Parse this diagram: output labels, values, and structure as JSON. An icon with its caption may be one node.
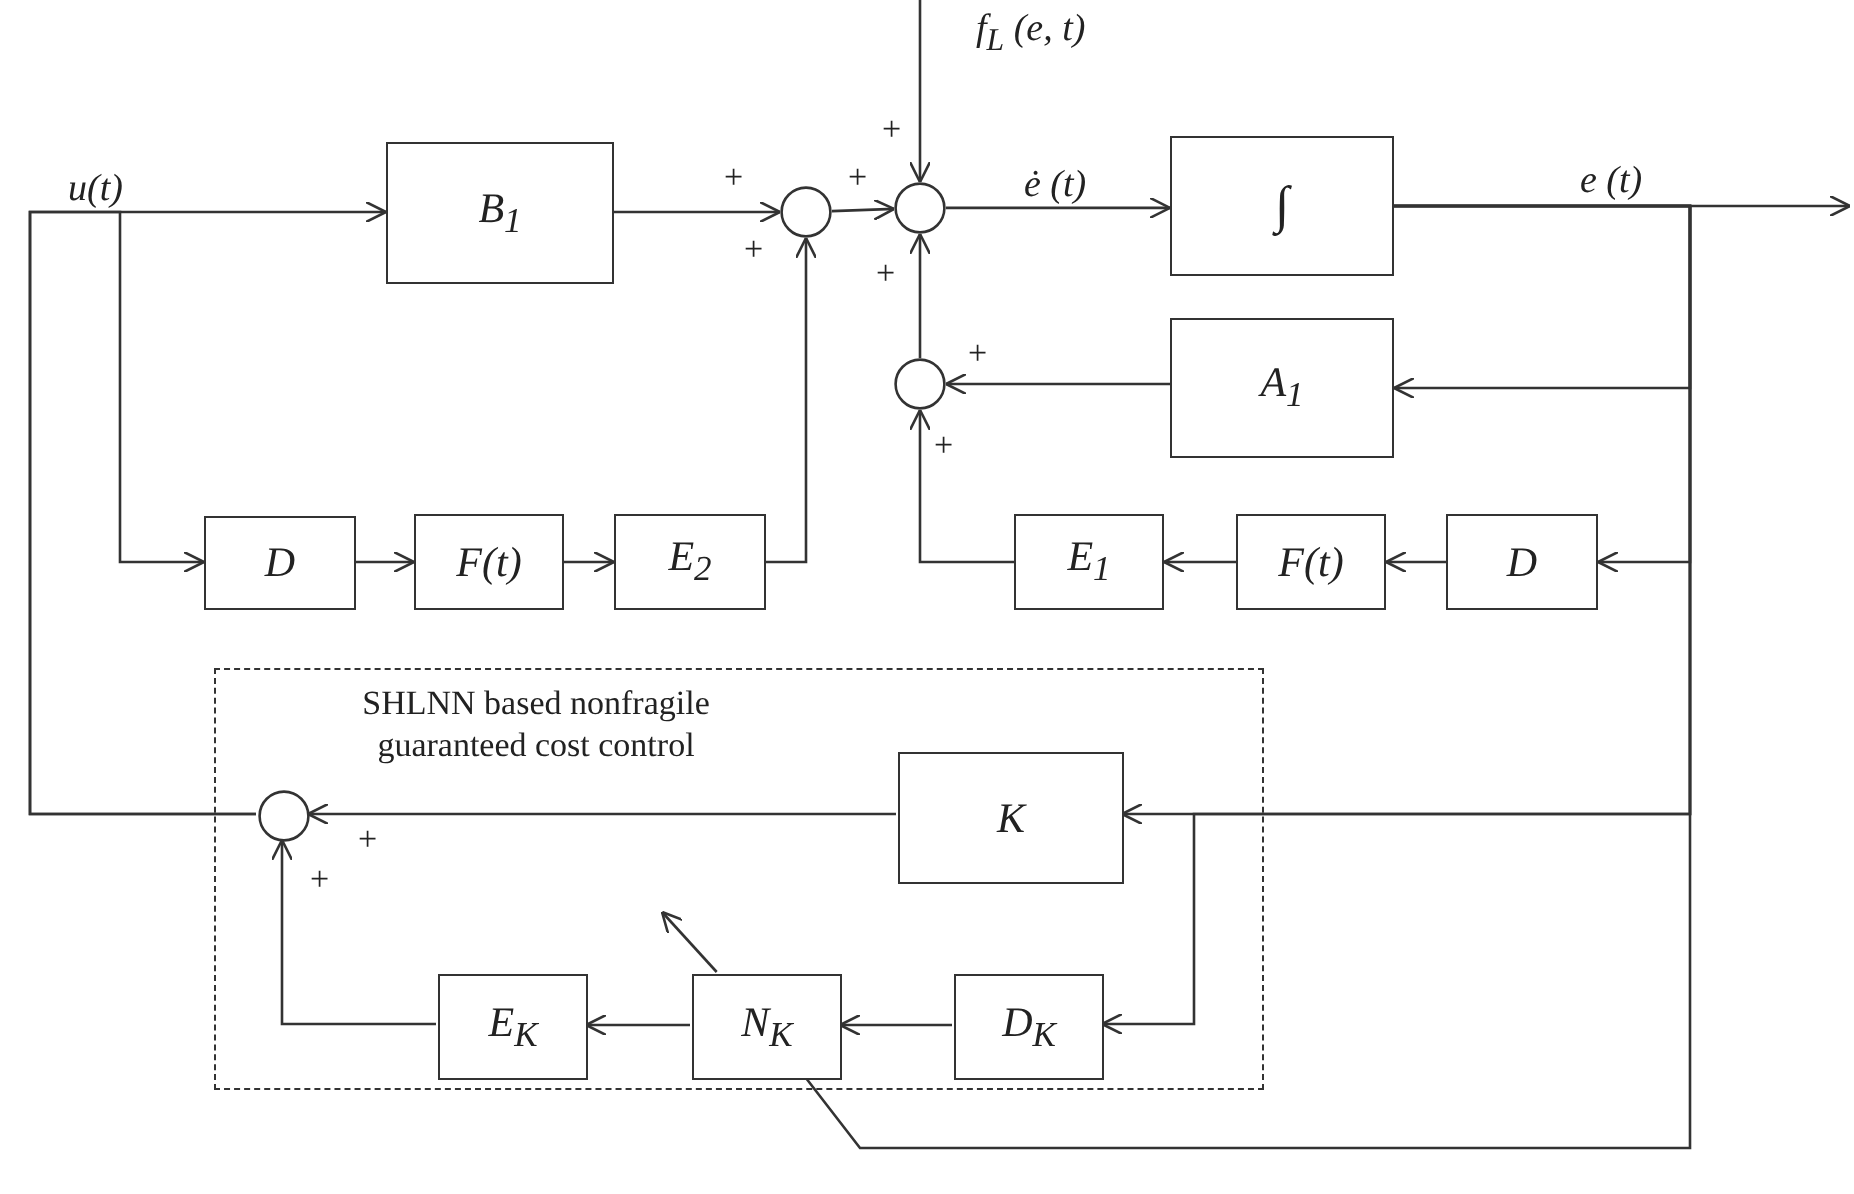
{
  "diagram": {
    "nodes": [
      {
        "text": [
          "B$_{1}$"
        ]
      },
      {
        "text": [],
        "shape": "circle"
      },
      {
        "text": [],
        "shape": "circle"
      },
      {
        "text": [
          "∫"
        ]
      },
      {
        "text": [
          "A$_{1}$"
        ]
      },
      {
        "text": [],
        "shape": "circle"
      },
      {
        "text": [
          "D"
        ]
      },
      {
        "text": [
          "F(t)"
        ]
      },
      {
        "text": [
          "E$_{2}$"
        ]
      },
      {
        "text": [
          "E$_{1}$"
        ]
      },
      {
        "text": [
          "F(t)"
        ]
      },
      {
        "text": [
          "D"
        ]
      },
      {
        "text": [
          "SHLNN based nonfragile guaranteed cost control"
        ]
      },
      {
        "text": [],
        "shape": "circle",
        "in": 12
      },
      {
        "text": [
          "K"
        ],
        "in": 12
      },
      {
        "text": [
          "E$_{K}$"
        ],
        "in": 12
      },
      {
        "text": [
          "N$_{K}$"
        ],
        "in": 12
      },
      {
        "text": [
          "D$_{K}$"
        ],
        "in": 12
      }
    ],
    "edges": [
      {
        "from": null,
        "to": 2,
        "arrow": "to",
        "label": "f$_{L}$ (e, t)"
      },
      {
        "from": 13,
        "to": 0,
        "arrow": "to",
        "label": "u(t)"
      },
      {
        "from": 13,
        "to": 6,
        "arrow": "to"
      },
      {
        "from": 0,
        "to": 1,
        "arrow": "to"
      },
      {
        "from": 6,
        "to": 7,
        "arrow": "to"
      },
      {
        "from": 7,
        "to": 8,
        "arrow": "to"
      },
      {
        "from": 8,
        "to": 1,
        "arrow": "to"
      },
      {
        "from": 1,
        "to": 2,
        "arrow": "to"
      },
      {
        "from": 2,
        "to": 3,
        "arrow": "to",
        "label": "ė (t)"
      },
      {
        "from": 3,
        "to": null,
        "arrow": "to",
        "label": "e (t)"
      },
      {
        "from": 3,
        "to": 4,
        "arrow": "to"
      },
      {
        "from": 3,
        "to": 11,
        "arrow": "to"
      },
      {
        "from": 3,
        "to": 14,
        "arrow": "to"
      },
      {
        "from": 3,
        "to": 17,
        "arrow": "to"
      },
      {
        "from": 3,
        "to": 16,
        "arrow": "none"
      },
      {
        "from": 4,
        "to": 5,
        "arrow": "to"
      },
      {
        "from": 11,
        "to": 10,
        "arrow": "to"
      },
      {
        "from": 10,
        "to": 9,
        "arrow": "to"
      },
      {
        "from": 9,
        "to": 5,
        "arrow": "to"
      },
      {
        "from": 5,
        "to": 2,
        "arrow": "to"
      },
      {
        "from": 14,
        "to": 13,
        "arrow": "to"
      },
      {
        "from": 17,
        "to": 16,
        "arrow": "to"
      },
      {
        "from": 16,
        "to": 15,
        "arrow": "to"
      },
      {
        "from": 15,
        "to": 13,
        "arrow": "to"
      },
      {
        "from": 16,
        "to": null,
        "arrow": "to"
      }
    ],
    "labels": [
      "+",
      "+",
      "+",
      "+",
      "+",
      "+",
      "+",
      "+",
      "+"
    ]
  }
}
